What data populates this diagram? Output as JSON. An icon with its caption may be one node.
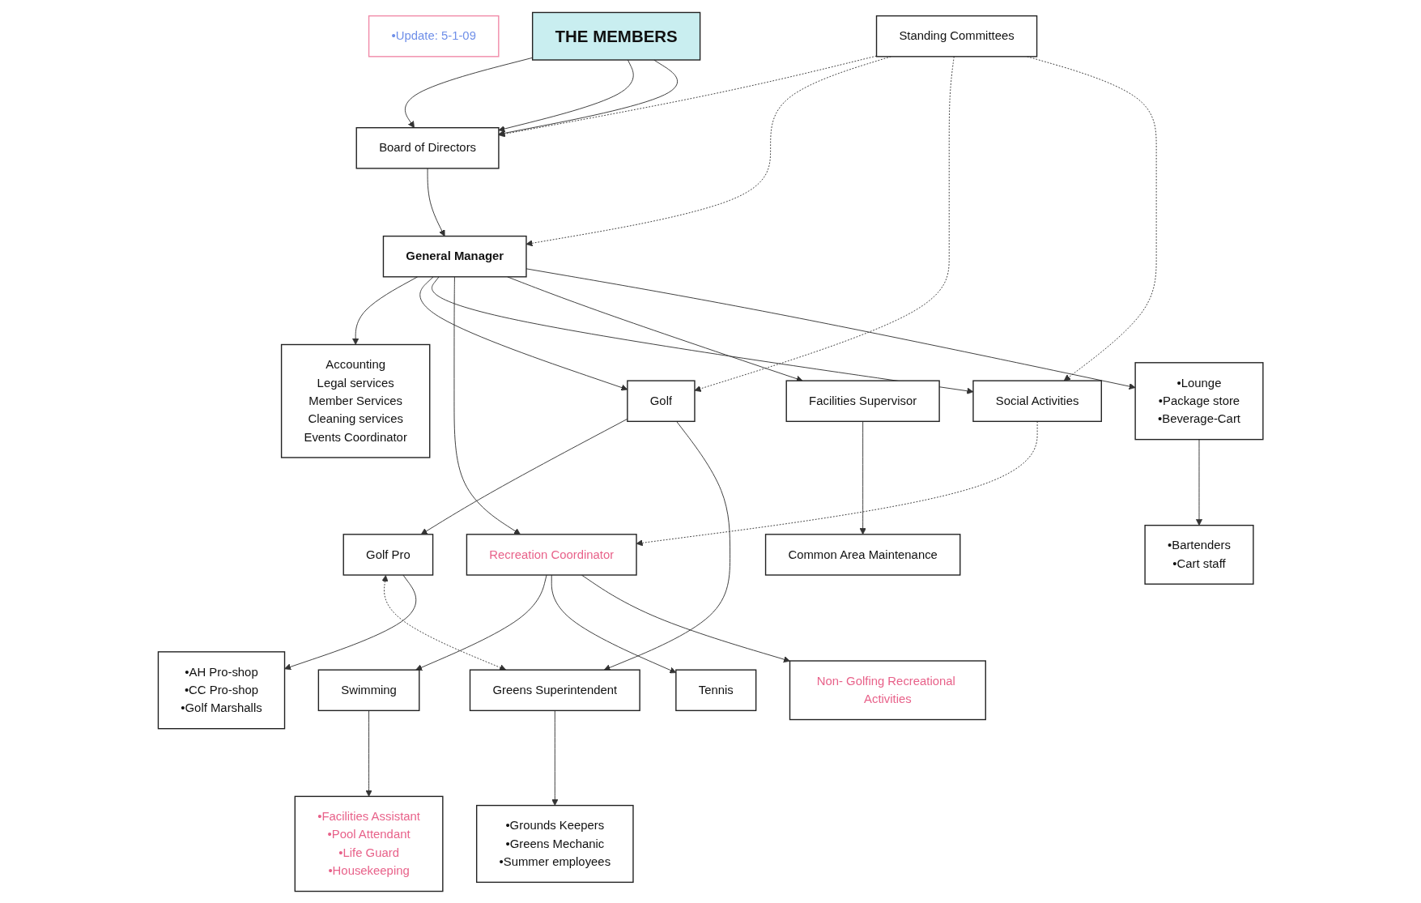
{
  "diagram": {
    "nodes": [
      {
        "text": [
          "THE MEMBERS"
        ]
      },
      {
        "text": [
          "Board of Directors"
        ]
      },
      {
        "text": [
          "Standing Committees"
        ]
      },
      {
        "text": [
          "General Manager"
        ]
      },
      {
        "text": [
          "Accounting",
          "Legal services",
          "Member Services",
          "Cleaning services",
          "Events Coordinator"
        ]
      },
      {
        "text": [
          "Golf"
        ]
      },
      {
        "text": [
          "Social Activities"
        ]
      },
      {
        "text": [
          "Recreation Coordinator"
        ]
      },
      {
        "text": [
          "Facilities Supervisor"
        ]
      },
      {
        "text": [
          "•Lounge",
          "•Package store",
          "•Beverage-Cart"
        ]
      },
      {
        "text": [
          "Golf Pro"
        ]
      },
      {
        "text": [
          "Greens Superintendent"
        ]
      },
      {
        "text": [
          "Swimming"
        ]
      },
      {
        "text": [
          "Tennis"
        ]
      },
      {
        "text": [
          "Non- Golfing Recreational Activities"
        ]
      },
      {
        "text": [
          "•AH Pro-shop",
          "•CC Pro-shop",
          "•Golf Marshalls"
        ]
      },
      {
        "text": [
          "•Grounds Keepers",
          "•Greens Mechanic",
          "•Summer employees"
        ]
      },
      {
        "text": [
          "•Facilities Assistant",
          "•Pool Attendant",
          "•Life Guard",
          "•Housekeeping"
        ]
      },
      {
        "text": [
          "Common Area Maintenance"
        ]
      },
      {
        "text": [
          "•Bartenders",
          "•Cart staff"
        ]
      },
      {
        "text": [
          "•Update: 5-1-09"
        ]
      }
    ],
    "edges": [
      {
        "from": 0,
        "to": 1,
        "arrow": "to"
      },
      {
        "from": 0,
        "to": 1,
        "arrow": "to"
      },
      {
        "from": 0,
        "to": 1,
        "arrow": "to"
      },
      {
        "from": 2,
        "to": 1,
        "arrow": "to",
        "style": "dashed"
      },
      {
        "from": 2,
        "to": 3,
        "arrow": "to",
        "style": "dashed"
      },
      {
        "from": 1,
        "to": 3,
        "arrow": "to"
      },
      {
        "from": 3,
        "to": 4,
        "arrow": "to"
      },
      {
        "from": 3,
        "to": 5,
        "arrow": "to"
      },
      {
        "from": 3,
        "to": 6,
        "arrow": "to"
      },
      {
        "from": 3,
        "to": 7,
        "arrow": "to"
      },
      {
        "from": 3,
        "to": 8,
        "arrow": "to"
      },
      {
        "from": 3,
        "to": 9,
        "arrow": "to"
      },
      {
        "from": 2,
        "to": 5,
        "arrow": "to",
        "style": "dashed"
      },
      {
        "from": 2,
        "to": 6,
        "arrow": "to",
        "style": "dashed"
      },
      {
        "from": 6,
        "to": 7,
        "arrow": "to",
        "style": "dashed"
      },
      {
        "from": 5,
        "to": 10,
        "arrow": "to"
      },
      {
        "from": 5,
        "to": 11,
        "arrow": "to"
      },
      {
        "from": 10,
        "to": 11,
        "arrow": "both",
        "style": "dashed"
      },
      {
        "from": 10,
        "to": 15,
        "arrow": "to"
      },
      {
        "from": 11,
        "to": 16,
        "arrow": "to"
      },
      {
        "from": 7,
        "to": 12,
        "arrow": "to"
      },
      {
        "from": 7,
        "to": 13,
        "arrow": "to"
      },
      {
        "from": 7,
        "to": 14,
        "arrow": "to"
      },
      {
        "from": 12,
        "to": 17,
        "arrow": "to"
      },
      {
        "from": 8,
        "to": 18,
        "arrow": "to"
      },
      {
        "from": 9,
        "to": 19,
        "arrow": "to"
      }
    ]
  }
}
